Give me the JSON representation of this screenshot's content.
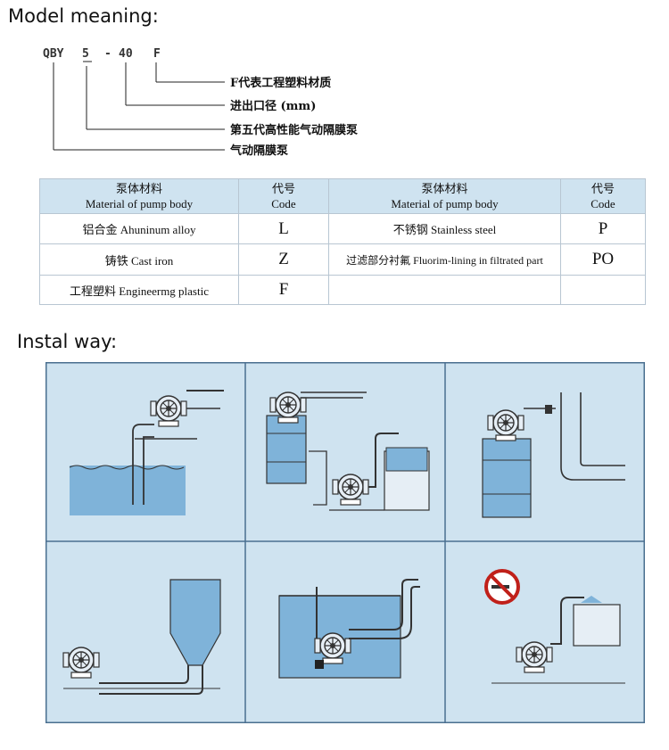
{
  "model_section": {
    "heading": "Model meaning:",
    "code_parts": [
      "QBY",
      "5",
      "-",
      "40",
      "F"
    ],
    "meanings": [
      "F代表工程塑料材质",
      "进出口径 (mm)",
      "第五代高性能气动隔膜泵",
      "气动隔膜泵"
    ]
  },
  "material_table": {
    "headers": [
      {
        "cn": "泵体材料",
        "en": "Material of pump body"
      },
      {
        "cn": "代号",
        "en": "Code"
      },
      {
        "cn": "泵体材料",
        "en": "Material of pump body"
      },
      {
        "cn": "代号",
        "en": "Code"
      }
    ],
    "rows": [
      {
        "mat1": "铝合金 Ahuninum alloy",
        "code1": "L",
        "mat2": "不锈钢 Stainless steel",
        "code2": "P"
      },
      {
        "mat1": "铸铁 Cast iron",
        "code1": "Z",
        "mat2": "过滤部分衬氟 Fluorim-lining in filtrated part",
        "code2": "PO"
      },
      {
        "mat1": "工程塑料 Engineermg plastic",
        "code1": "F",
        "mat2": "",
        "code2": ""
      }
    ]
  },
  "install_section": {
    "heading": "Instal way:"
  },
  "colors": {
    "panel_bg": "#cfe3f0",
    "water": "#7fb3d9",
    "border": "#4a6f8f",
    "table_header": "#cfe3f0"
  }
}
